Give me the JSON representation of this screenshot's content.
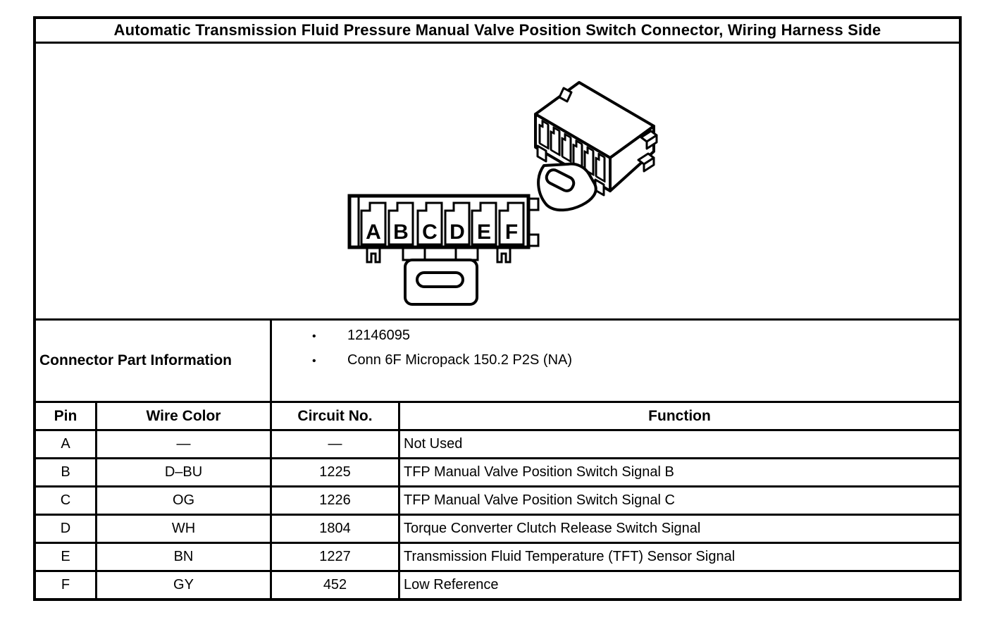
{
  "page": {
    "title": "Automatic Transmission Fluid Pressure Manual Valve Position Switch Connector, Wiring Harness Side"
  },
  "connector_part_information": {
    "label": "Connector Part Information",
    "bullet_icon": "•",
    "items": [
      "12146095",
      "Conn 6F Micropack 150.2 P2S (NA)"
    ]
  },
  "diagram": {
    "pin_labels": [
      "A",
      "B",
      "C",
      "D",
      "E",
      "F"
    ]
  },
  "pin_table": {
    "headers": [
      "Pin",
      "Wire Color",
      "Circuit No.",
      "Function"
    ],
    "rows": [
      {
        "pin": "A",
        "wire_color": "—",
        "circuit_no": "—",
        "function": "Not Used"
      },
      {
        "pin": "B",
        "wire_color": "D–BU",
        "circuit_no": "1225",
        "function": "TFP Manual Valve Position Switch Signal B"
      },
      {
        "pin": "C",
        "wire_color": "OG",
        "circuit_no": "1226",
        "function": "TFP Manual Valve Position Switch Signal C"
      },
      {
        "pin": "D",
        "wire_color": "WH",
        "circuit_no": "1804",
        "function": "Torque Converter Clutch Release Switch Signal"
      },
      {
        "pin": "E",
        "wire_color": "BN",
        "circuit_no": "1227",
        "function": "Transmission Fluid Temperature (TFT) Sensor Signal"
      },
      {
        "pin": "F",
        "wire_color": "GY",
        "circuit_no": "452",
        "function": "Low Reference"
      }
    ]
  },
  "colors": {
    "ink": "#000000",
    "paper": "#ffffff"
  }
}
